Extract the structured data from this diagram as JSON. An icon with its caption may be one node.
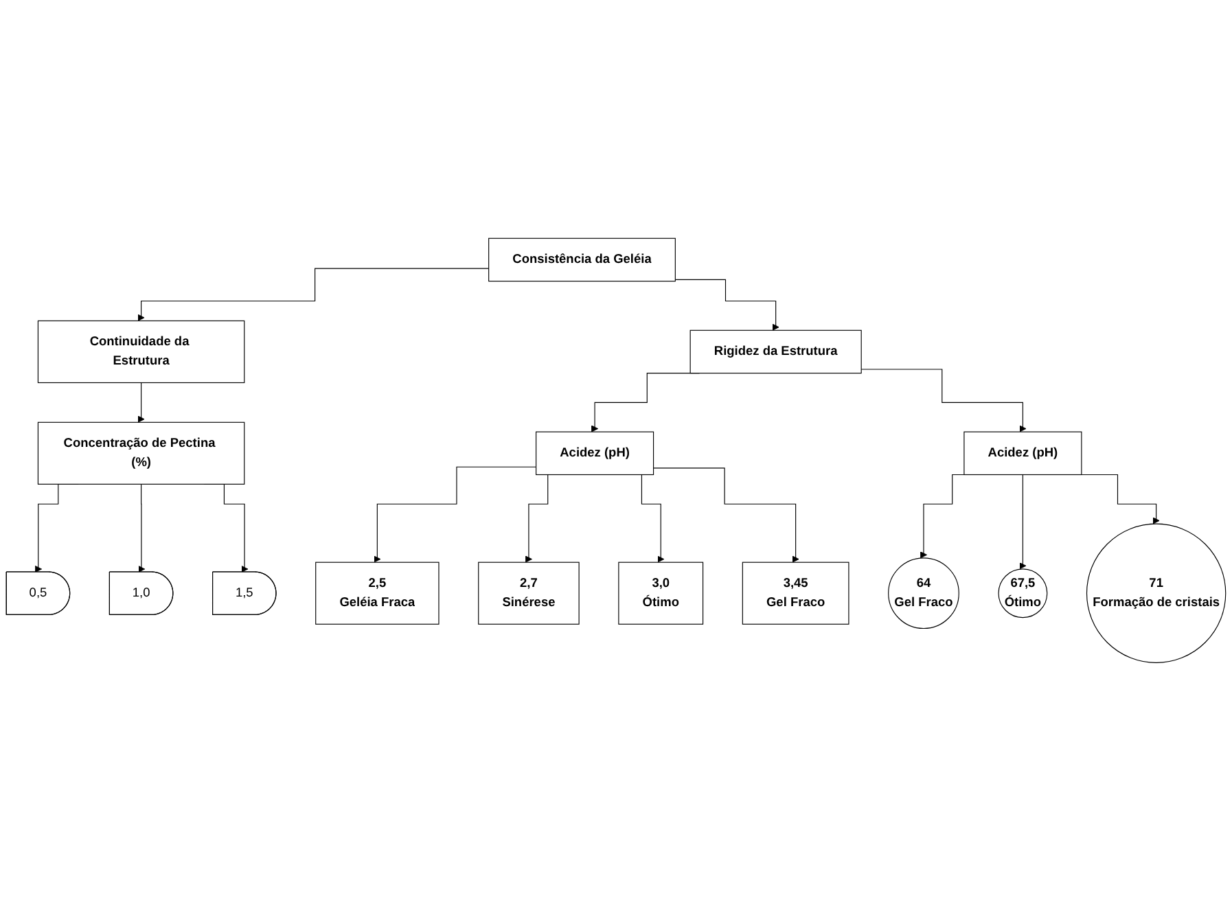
{
  "diagram": {
    "nodes": [
      {
        "text": [
          "Consistência da Geléia"
        ]
      },
      {
        "text": [
          "Continuidade da Estrutura"
        ]
      },
      {
        "text": [
          "Rigidez da Estrutura"
        ]
      },
      {
        "text": [
          "Concentração de Pectina (%)"
        ]
      },
      {
        "text": [
          "0,5"
        ]
      },
      {
        "text": [
          "1,0"
        ]
      },
      {
        "text": [
          "1,5"
        ]
      },
      {
        "text": [
          "Acidez (pH)"
        ]
      },
      {
        "text": [
          "Acidez (pH)"
        ]
      },
      {
        "text": [
          "2,5",
          "Geléia Fraca"
        ]
      },
      {
        "text": [
          "2,7",
          "Sinérese"
        ]
      },
      {
        "text": [
          "3,0",
          "Ótimo"
        ]
      },
      {
        "text": [
          "3,45",
          "Gel Fraco"
        ]
      },
      {
        "text": [
          "64",
          "Gel Fraco"
        ]
      },
      {
        "text": [
          "67,5",
          "Ótimo"
        ]
      },
      {
        "text": [
          "71",
          "Formação de cristais"
        ]
      }
    ],
    "edges": [
      {
        "from": 0,
        "to": 1,
        "arrow": "to"
      },
      {
        "from": 0,
        "to": 2,
        "arrow": "to"
      },
      {
        "from": 1,
        "to": 3,
        "arrow": "to"
      },
      {
        "from": 3,
        "to": 4,
        "arrow": "to"
      },
      {
        "from": 3,
        "to": 5,
        "arrow": "to"
      },
      {
        "from": 3,
        "to": 6,
        "arrow": "to"
      },
      {
        "from": 2,
        "to": 7,
        "arrow": "to"
      },
      {
        "from": 2,
        "to": 8,
        "arrow": "to"
      },
      {
        "from": 7,
        "to": 9,
        "arrow": "to"
      },
      {
        "from": 7,
        "to": 10,
        "arrow": "to"
      },
      {
        "from": 7,
        "to": 11,
        "arrow": "to"
      },
      {
        "from": 7,
        "to": 12,
        "arrow": "to"
      },
      {
        "from": 8,
        "to": 13,
        "arrow": "to"
      },
      {
        "from": 8,
        "to": 14,
        "arrow": "to"
      },
      {
        "from": 8,
        "to": 15,
        "arrow": "to"
      }
    ]
  }
}
